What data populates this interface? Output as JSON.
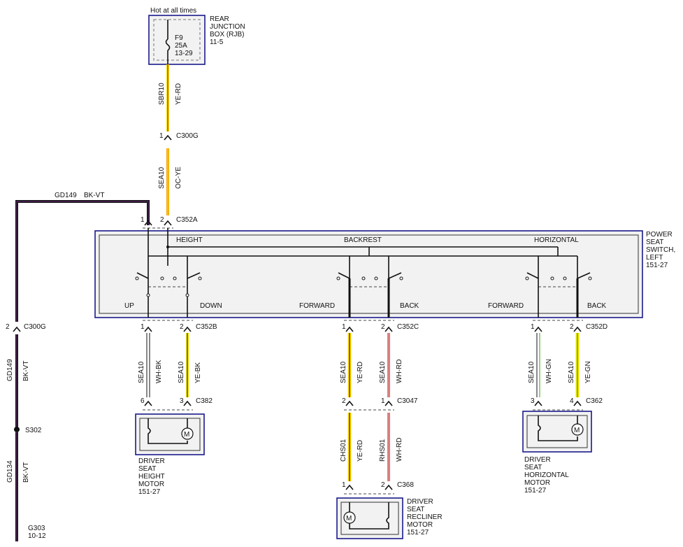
{
  "header": {
    "hot_label": "Hot at all times"
  },
  "rjb": {
    "name_lines": [
      "REAR",
      "JUNCTION",
      "BOX (RJB)",
      "11-5"
    ],
    "fuse_lines": [
      "F9",
      "25A",
      "13-29"
    ]
  },
  "wires": {
    "sbr10": {
      "circuit": "SBR10",
      "color": "YE-RD"
    },
    "sea10_oc": {
      "circuit": "SEA10",
      "color": "OC-YE"
    },
    "gd149_top": {
      "circuit": "GD149",
      "color": "BK-VT"
    },
    "gd149_side": {
      "circuit": "GD149",
      "color": "BK-VT"
    },
    "gd134": {
      "circuit": "GD134",
      "color": "BK-VT"
    },
    "up_wire": {
      "circuit": "SEA10",
      "color": "WH-BK"
    },
    "down_wire": {
      "circuit": "SEA10",
      "color": "YE-BK"
    },
    "fwd_wire": {
      "circuit": "SEA10",
      "color": "YE-RD"
    },
    "back_wire": {
      "circuit": "SEA10",
      "color": "WH-RD"
    },
    "hfwd_wire": {
      "circuit": "SEA10",
      "color": "WH-GN"
    },
    "hback_wire": {
      "circuit": "SEA10",
      "color": "YE-GN"
    },
    "chs01": {
      "circuit": "CHS01",
      "color": "YE-RD"
    },
    "rhs01": {
      "circuit": "RHS01",
      "color": "WH-RD"
    }
  },
  "connectors": {
    "c300g_top": {
      "id": "C300G",
      "pin": "1"
    },
    "c352a": {
      "id": "C352A",
      "pins": [
        "1",
        "2"
      ]
    },
    "c300g_left": {
      "id": "C300G",
      "pin": "2"
    },
    "c352b": {
      "id": "C352B",
      "pins": [
        "1",
        "2"
      ]
    },
    "c352c": {
      "id": "C352C",
      "pins": [
        "1",
        "2"
      ]
    },
    "c352d": {
      "id": "C352D",
      "pins": [
        "1",
        "2"
      ]
    },
    "c382": {
      "id": "C382",
      "pins": [
        "6",
        "3"
      ]
    },
    "c3047": {
      "id": "C3047",
      "pins": [
        "2",
        "1"
      ]
    },
    "c362": {
      "id": "C362",
      "pins": [
        "3",
        "4"
      ]
    },
    "c368": {
      "id": "C368",
      "pins": [
        "1",
        "2"
      ]
    }
  },
  "splice": {
    "id": "S302"
  },
  "ground": {
    "lines": [
      "G303",
      "10-12"
    ]
  },
  "switch": {
    "name_lines": [
      "POWER",
      "SEAT",
      "SWITCH,",
      "LEFT",
      "151-27"
    ],
    "sections": {
      "height": "HEIGHT",
      "backrest": "BACKREST",
      "horizontal": "HORIZONTAL"
    },
    "positions": {
      "up": "UP",
      "down": "DOWN",
      "forward1": "FORWARD",
      "back1": "BACK",
      "forward2": "FORWARD",
      "back2": "BACK"
    }
  },
  "motors": {
    "height": {
      "lines": [
        "DRIVER",
        "SEAT",
        "HEIGHT",
        "MOTOR",
        "151-27"
      ],
      "symbol": "M"
    },
    "recliner": {
      "lines": [
        "DRIVER",
        "SEAT",
        "RECLINER",
        "MOTOR",
        "151-27"
      ],
      "symbol": "M"
    },
    "horizontal": {
      "lines": [
        "DRIVER",
        "SEAT",
        "HORIZONTAL",
        "MOTOR",
        "151-27"
      ],
      "symbol": "M"
    }
  },
  "wire_colors": {
    "yellow": "#f5e600",
    "orange": "#f5a300",
    "red": "#b40000",
    "green": "#38a000",
    "black": "#111111",
    "violet": "#6a2c7a"
  }
}
